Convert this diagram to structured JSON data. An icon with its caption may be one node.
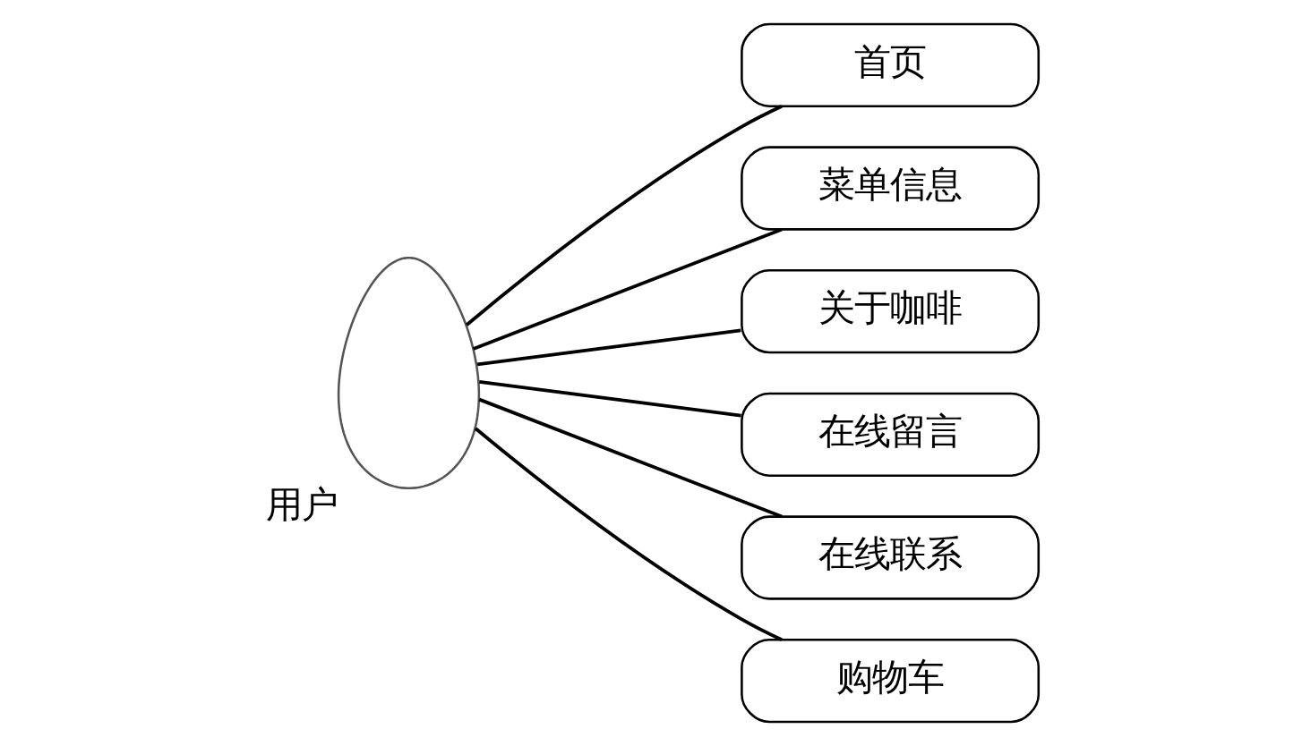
{
  "diagram": {
    "nodes": [
      {
        "text": [],
        "shape": "person",
        "beside": [
          "用户"
        ]
      },
      {
        "text": [
          "首页"
        ]
      },
      {
        "text": [
          "菜单信息"
        ]
      },
      {
        "text": [
          "关于咖啡"
        ]
      },
      {
        "text": [
          "在线留言"
        ]
      },
      {
        "text": [
          "在线联系"
        ]
      },
      {
        "text": [
          "购物车"
        ]
      }
    ],
    "edges": [
      {
        "from": 0,
        "to": 1,
        "arrow": "none"
      },
      {
        "from": 0,
        "to": 2,
        "arrow": "none"
      },
      {
        "from": 0,
        "to": 3,
        "arrow": "none"
      },
      {
        "from": 0,
        "to": 4,
        "arrow": "none"
      },
      {
        "from": 0,
        "to": 5,
        "arrow": "none"
      },
      {
        "from": 0,
        "to": 6,
        "arrow": "none"
      }
    ]
  }
}
